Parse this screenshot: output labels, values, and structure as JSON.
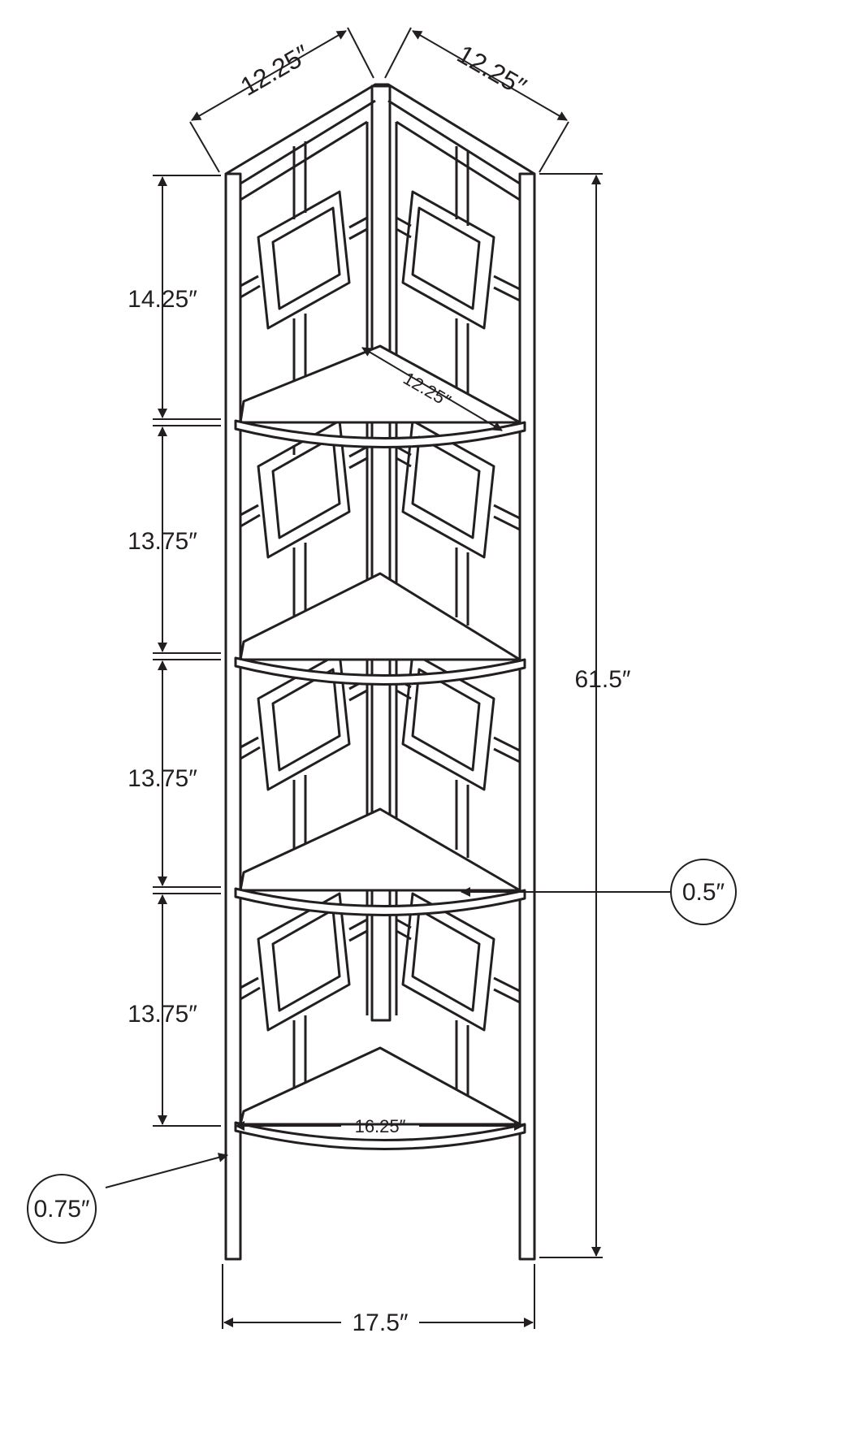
{
  "diagram": {
    "line_color": "#231f20",
    "background": "#ffffff",
    "top_left_width": "12.25″",
    "top_right_width": "12.25″",
    "shelf_depth": "12.25″",
    "bottom_shelf_width": "16.25″",
    "overall_width": "17.5″",
    "overall_height": "61.5″",
    "shelf_thickness": "0.5″",
    "post_thickness": "0.75″",
    "spacings": [
      "14.25″",
      "13.75″",
      "13.75″",
      "13.75″"
    ]
  }
}
